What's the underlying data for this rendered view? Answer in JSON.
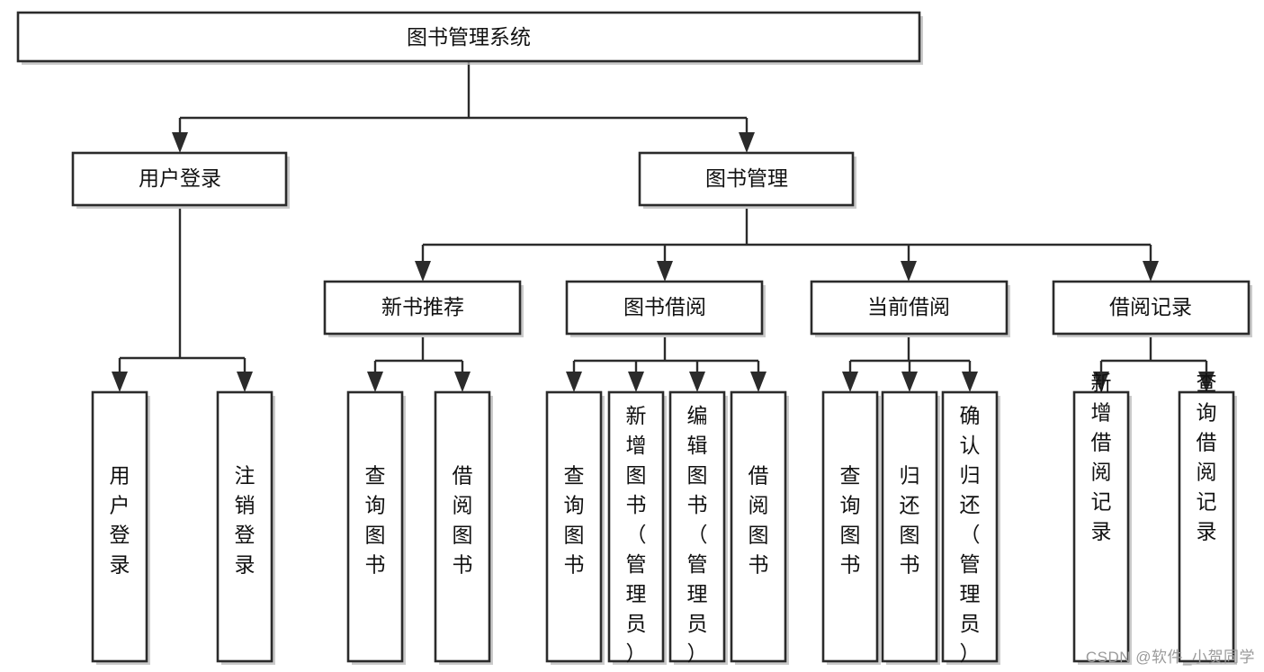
{
  "diagram": {
    "title": "图书管理系统",
    "type": "tree",
    "watermark": "CSDN @软件_小贺同学",
    "colors": {
      "box_stroke": "#2b2b2b",
      "box_fill": "#ffffff",
      "text": "#111111",
      "connector": "#2b2b2b",
      "shadow": "#b9b9b9",
      "watermark": "#9a9a9a",
      "background": "#ffffff"
    },
    "root": {
      "label": "图书管理系统"
    },
    "level2": [
      {
        "label": "用户登录"
      },
      {
        "label": "图书管理"
      }
    ],
    "level3": [
      {
        "label": "新书推荐"
      },
      {
        "label": "图书借阅"
      },
      {
        "label": "当前借阅"
      },
      {
        "label": "借阅记录"
      }
    ],
    "leaves": {
      "user_login": [
        {
          "label": "用户登录"
        },
        {
          "label": "注销登录"
        }
      ],
      "new_book_recommend": [
        {
          "label": "查询图书"
        },
        {
          "label": "借阅图书"
        }
      ],
      "book_borrow": [
        {
          "label": "查询图书"
        },
        {
          "label": "新增图书（管理员）"
        },
        {
          "label": "编辑图书（管理员）"
        },
        {
          "label": "借阅图书"
        }
      ],
      "current_borrow": [
        {
          "label": "查询图书"
        },
        {
          "label": "归还图书"
        },
        {
          "label": "确认归还（管理员）"
        }
      ],
      "borrow_record": [
        {
          "label": "新增借阅记录"
        },
        {
          "label": "查询借阅记录"
        }
      ]
    }
  }
}
